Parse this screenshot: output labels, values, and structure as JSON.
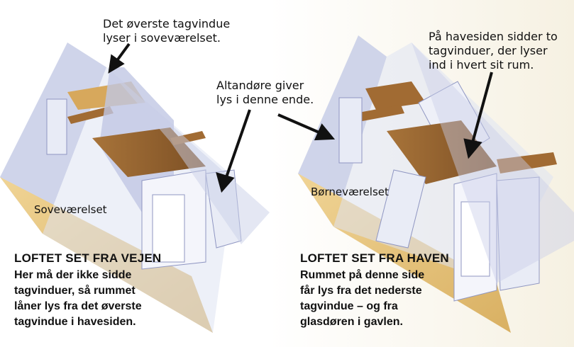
{
  "left": {
    "callout_top": [
      "Det øverste tagvindue",
      "lyser i soveværelset."
    ],
    "room_label": "Soveværelset",
    "heading": "LOFTET SET FRA VEJEN",
    "body": [
      "Her må der ikke sidde",
      "tagvinduer, så rummet",
      "låner lys fra det øverste",
      "tagvindue i havesiden."
    ]
  },
  "middle": {
    "callout": [
      "Altandøre giver",
      "lys i denne ende."
    ]
  },
  "right": {
    "callout_top": [
      "På havesiden sidder to",
      "tagvinduer, der lyser",
      "ind i hvert sit rum."
    ],
    "room_label": "Børneværelset",
    "heading": "LOFTET SET FRA HAVEN",
    "body": [
      "Rummet på denne side",
      "får lys fra det nederste",
      "tagvindue – og fra",
      "glasdøren i gavlen."
    ]
  },
  "colors": {
    "glass": "#c9d0ea",
    "wood_floor": "#e6c27a",
    "dark_wood": "#8a5a2b"
  }
}
